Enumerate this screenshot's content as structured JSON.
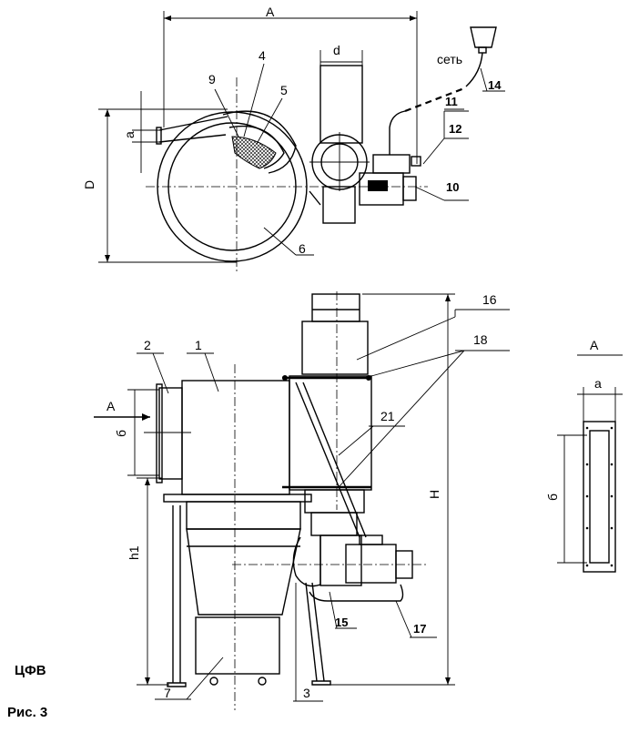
{
  "caption": {
    "product": "ЦФВ",
    "figure": "Рис. 3"
  },
  "plan_view": {
    "dim_A": "A",
    "dim_d": "d",
    "dim_a": "a",
    "dim_D": "D",
    "network_label": "сеть",
    "callouts": {
      "c9": "9",
      "c4": "4",
      "c5": "5",
      "c6": "6",
      "c14": "14",
      "c11": "11",
      "c12": "12",
      "c10": "10"
    }
  },
  "front_view": {
    "dim_H": "H",
    "dim_h1": "h1",
    "dim_b": "б",
    "view_arrow": "A",
    "callouts": {
      "c1": "1",
      "c2": "2",
      "c3": "3",
      "c7": "7",
      "c15": "15",
      "c16": "16",
      "c17": "17",
      "c18": "18",
      "c21": "21"
    }
  },
  "section_A": {
    "title": "A",
    "dim_a": "a",
    "dim_b": "б"
  }
}
